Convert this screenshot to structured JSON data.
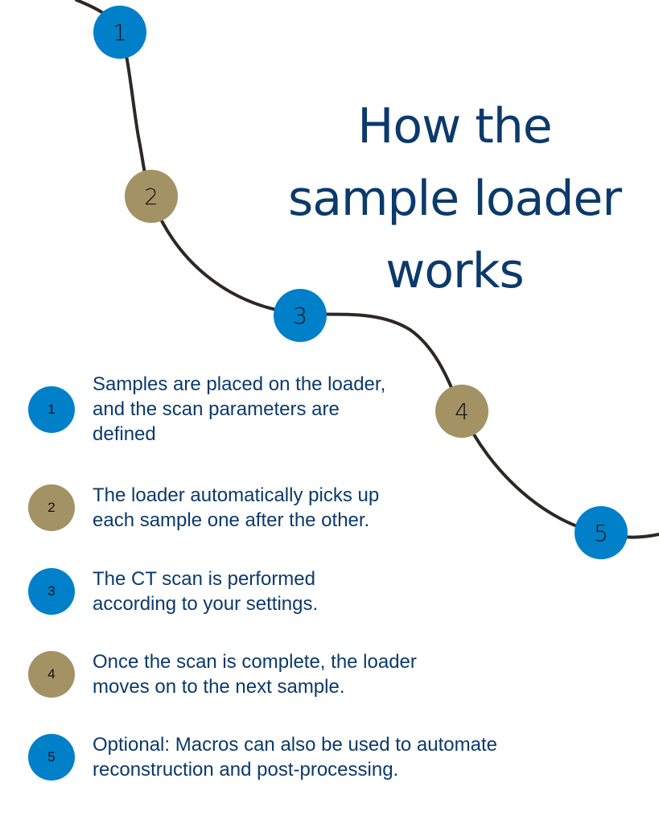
{
  "title": {
    "lines": [
      "How the",
      "sample loader",
      "works"
    ]
  },
  "colors": {
    "blue": "#0080c8",
    "gold": "#a39264",
    "title_text": "#0b3a6b",
    "path_line": "#2e2726"
  },
  "path_nodes": [
    {
      "number": "1",
      "color": "blue"
    },
    {
      "number": "2",
      "color": "gold"
    },
    {
      "number": "3",
      "color": "blue"
    },
    {
      "number": "4",
      "color": "gold"
    },
    {
      "number": "5",
      "color": "blue"
    }
  ],
  "steps": [
    {
      "number": "1",
      "color": "blue",
      "lines": [
        "Samples are placed on the loader,",
        "and the scan parameters are",
        "defined"
      ]
    },
    {
      "number": "2",
      "color": "gold",
      "lines": [
        "The loader automatically picks up",
        "each sample one after the other."
      ]
    },
    {
      "number": "3",
      "color": "blue",
      "lines": [
        "The CT scan is performed",
        "according to your settings."
      ]
    },
    {
      "number": "4",
      "color": "gold",
      "lines": [
        "Once the scan is complete, the loader",
        "moves on to the next sample."
      ]
    },
    {
      "number": "5",
      "color": "blue",
      "lines": [
        "Optional: Macros can also be used to automate",
        "reconstruction and post-processing."
      ]
    }
  ]
}
